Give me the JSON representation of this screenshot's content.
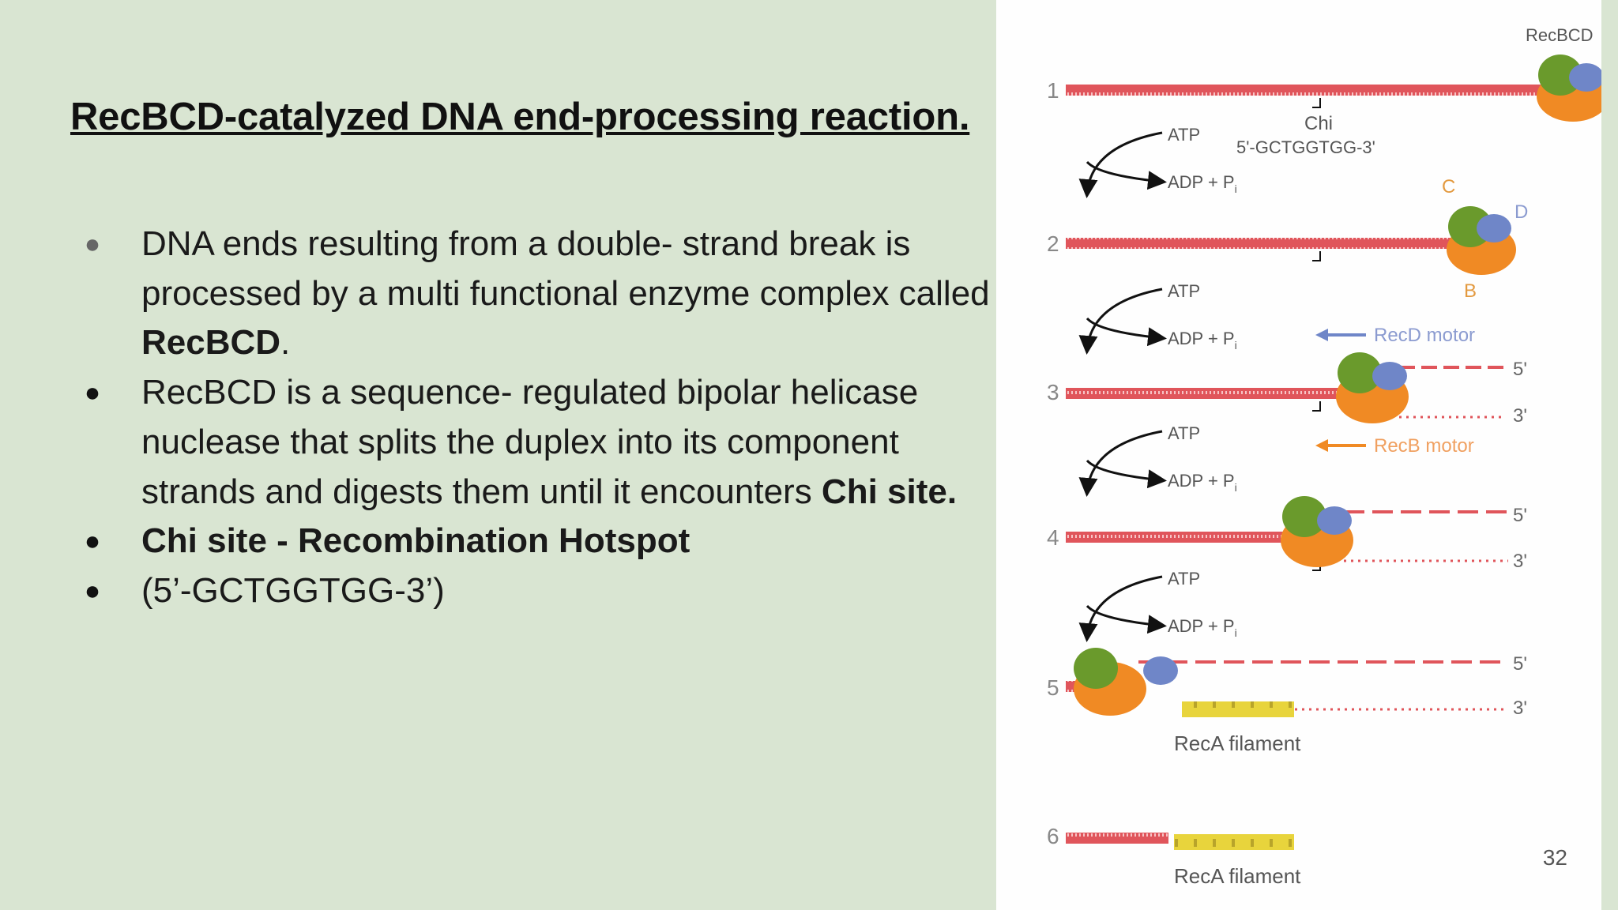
{
  "slide": {
    "title": "RecBCD-catalyzed DNA end-processing reaction.",
    "page_number": "32"
  },
  "bullets": [
    {
      "parts": [
        "DNA ends resulting from a double- strand break is processed by a multi functional enzyme complex called ",
        "RecBCD",
        "."
      ]
    },
    {
      "parts": [
        "RecBCD is a sequence- regulated bipolar helicase nuclease that splits the duplex into its component strands and digests them until it encounters ",
        "Chi site.",
        ""
      ]
    },
    {
      "text": "Chi site - Recombination Hotspot"
    },
    {
      "text": "(5’-GCTGGTGG-3’)"
    }
  ],
  "figure": {
    "enzyme_label": "RecBCD",
    "chi_label": "Chi",
    "chi_sequence": "5'-GCTGGTGG-3'",
    "atp": "ATP",
    "adp": "ADP + P",
    "adp_sub": "i",
    "subunit_c": "C",
    "subunit_d": "D",
    "subunit_b": "B",
    "recd_motor": "RecD motor",
    "recb_motor": "RecB motor",
    "prime5": "5'",
    "prime3": "3'",
    "reca_filament": "RecA filament",
    "steps": [
      "1",
      "2",
      "3",
      "4",
      "5",
      "6"
    ],
    "colors": {
      "dna": "#e0555b",
      "green": "#6a9a2c",
      "orange": "#f08a24",
      "blue": "#6f86c8",
      "reca": "#e8d43c"
    }
  }
}
